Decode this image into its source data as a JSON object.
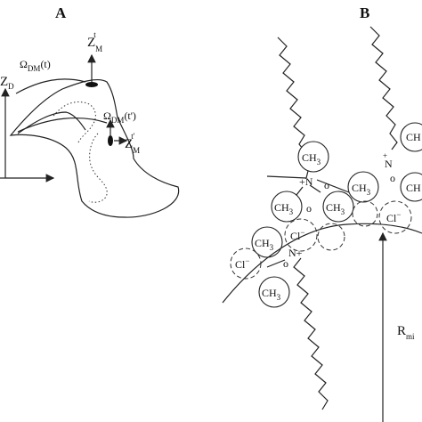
{
  "panels": {
    "a_label": "A",
    "b_label": "B"
  },
  "panel_a": {
    "zd": {
      "main": "Z",
      "sub": "D"
    },
    "zm_top": {
      "main": "Z",
      "sub": "M",
      "sup": "t"
    },
    "zm_bottom": {
      "main": "Z",
      "sub": "M",
      "sup": "t'"
    },
    "omega_t": {
      "main": "Ω",
      "sub": "DM",
      "arg": "(t)"
    },
    "omega_t2": {
      "main": "Ω",
      "sub": "DM",
      "arg": "(t')"
    }
  },
  "panel_b": {
    "ch3": "CH",
    "ch3_sub": "3",
    "ch_partial": "CH",
    "cl": "Cl",
    "cl_sup": "−",
    "n_plus_prefix": "+N",
    "n_plus_suffix": "N+",
    "n_plain": "N",
    "n_plus_sign": "+",
    "o": "o",
    "r": {
      "main": "R",
      "sub": "mi"
    }
  },
  "colors": {
    "ink": "#111111",
    "background": "#ffffff"
  }
}
